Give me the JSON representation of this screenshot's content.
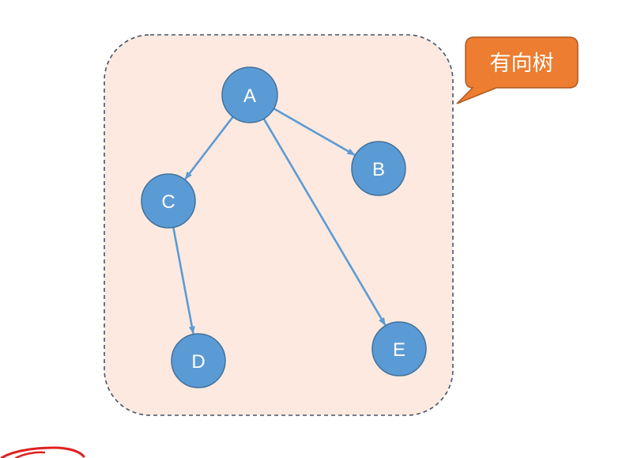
{
  "diagram": {
    "callout": {
      "label": "有向树"
    },
    "nodes": [
      {
        "id": "A",
        "label": "A"
      },
      {
        "id": "B",
        "label": "B"
      },
      {
        "id": "C",
        "label": "C"
      },
      {
        "id": "D",
        "label": "D"
      },
      {
        "id": "E",
        "label": "E"
      }
    ],
    "edges": [
      {
        "from": "A",
        "to": "C"
      },
      {
        "from": "A",
        "to": "B"
      },
      {
        "from": "A",
        "to": "E"
      },
      {
        "from": "C",
        "to": "D"
      }
    ],
    "colors": {
      "node_fill": "#5b9bd5",
      "node_stroke": "#41719c",
      "edge": "#5b9bd5",
      "region_fill": "#fde9df",
      "region_stroke": "#44546a",
      "callout_fill": "#ed7d31",
      "callout_stroke": "#ae5a21",
      "scribble": "#e02020"
    }
  }
}
